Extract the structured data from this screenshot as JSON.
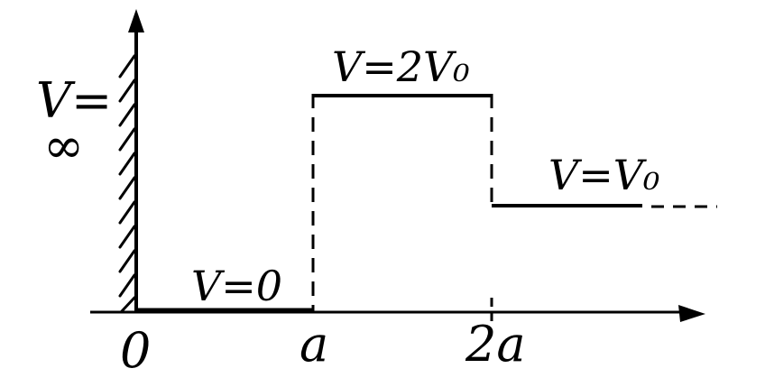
{
  "diagram": {
    "type": "potential-well",
    "colors": {
      "ink": "#000000",
      "background": "#ffffff"
    },
    "wall_label": {
      "line1": "V=",
      "line2": "∞"
    },
    "regions": [
      {
        "label": "V=0"
      },
      {
        "label": "V=2V₀"
      },
      {
        "label": "V=V₀"
      }
    ],
    "x_ticks": [
      "0",
      "a",
      "2a"
    ]
  }
}
